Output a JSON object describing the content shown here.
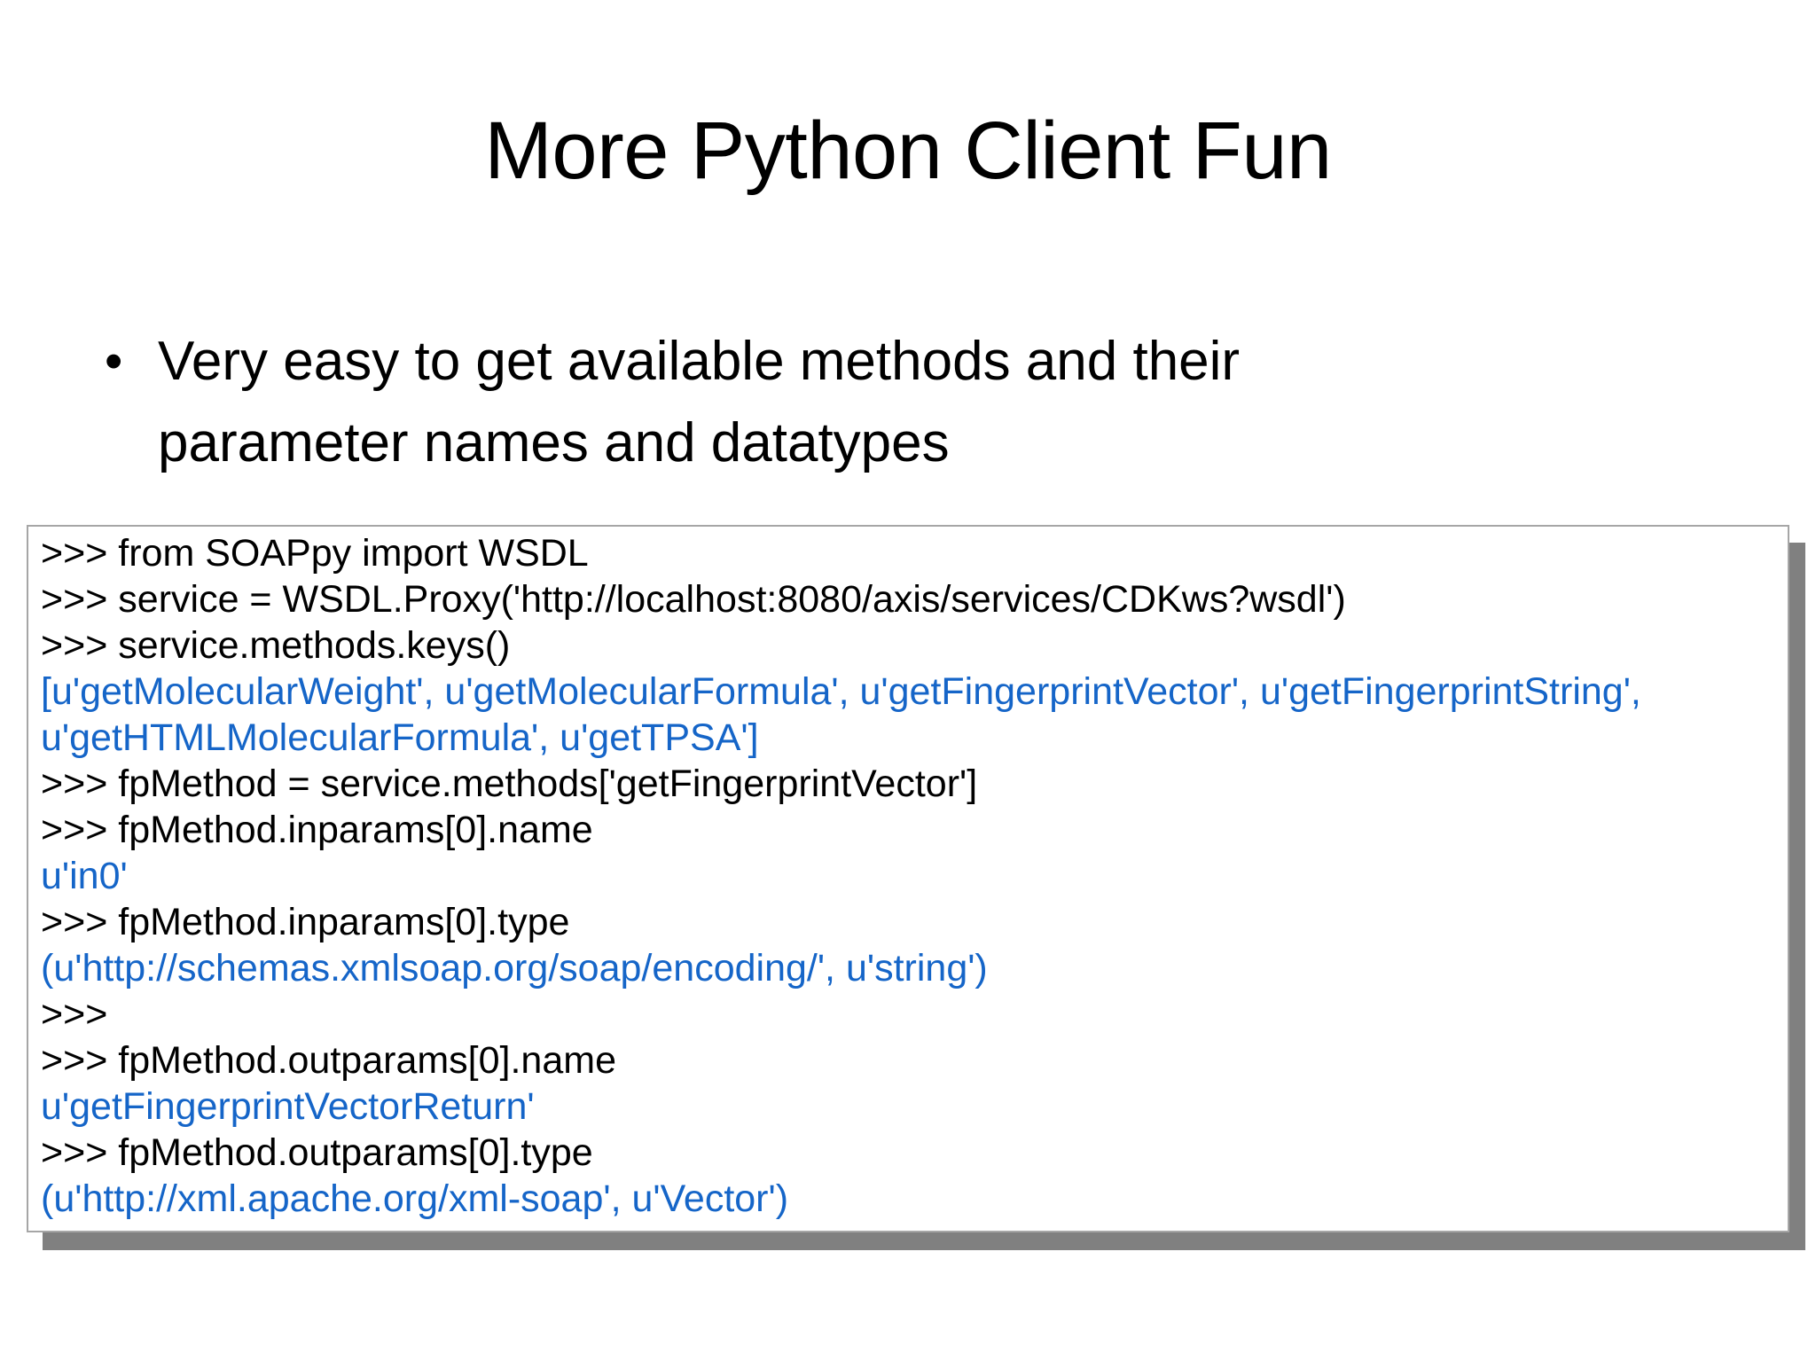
{
  "slide": {
    "title": "More Python Client Fun",
    "background_color": "#ffffff",
    "text_color": "#000000"
  },
  "bullets": [
    {
      "marker": "•",
      "lines": [
        "Very easy to get available methods and their",
        "parameter names and datatypes"
      ]
    }
  ],
  "code_block": {
    "border_color": "#a6a6a6",
    "background_color": "#ffffff",
    "shadow_color": "#808080",
    "prompt_color": "#000000",
    "output_color": "#1565C8",
    "lines": [
      {
        "kind": "prompt",
        "text": ">>> from SOAPpy import WSDL"
      },
      {
        "kind": "prompt",
        "text": ">>> service = WSDL.Proxy('http://localhost:8080/axis/services/CDKws?wsdl')"
      },
      {
        "kind": "prompt",
        "text": ">>> service.methods.keys()"
      },
      {
        "kind": "output",
        "text": "[u'getMolecularWeight', u'getMolecularFormula', u'getFingerprintVector', u'getFingerprintString',"
      },
      {
        "kind": "output",
        "text": "u'getHTMLMolecularFormula', u'getTPSA']"
      },
      {
        "kind": "prompt",
        "text": ">>> fpMethod = service.methods['getFingerprintVector']"
      },
      {
        "kind": "prompt",
        "text": ">>> fpMethod.inparams[0].name"
      },
      {
        "kind": "output",
        "text": "u'in0'"
      },
      {
        "kind": "prompt",
        "text": ">>> fpMethod.inparams[0].type"
      },
      {
        "kind": "output",
        "text": "(u'http://schemas.xmlsoap.org/soap/encoding/', u'string')"
      },
      {
        "kind": "prompt",
        "text": ">>>"
      },
      {
        "kind": "prompt",
        "text": ">>> fpMethod.outparams[0].name"
      },
      {
        "kind": "output",
        "text": "u'getFingerprintVectorReturn'"
      },
      {
        "kind": "prompt",
        "text": ">>> fpMethod.outparams[0].type"
      },
      {
        "kind": "output",
        "text": "(u'http://xml.apache.org/xml-soap', u'Vector')"
      }
    ]
  }
}
